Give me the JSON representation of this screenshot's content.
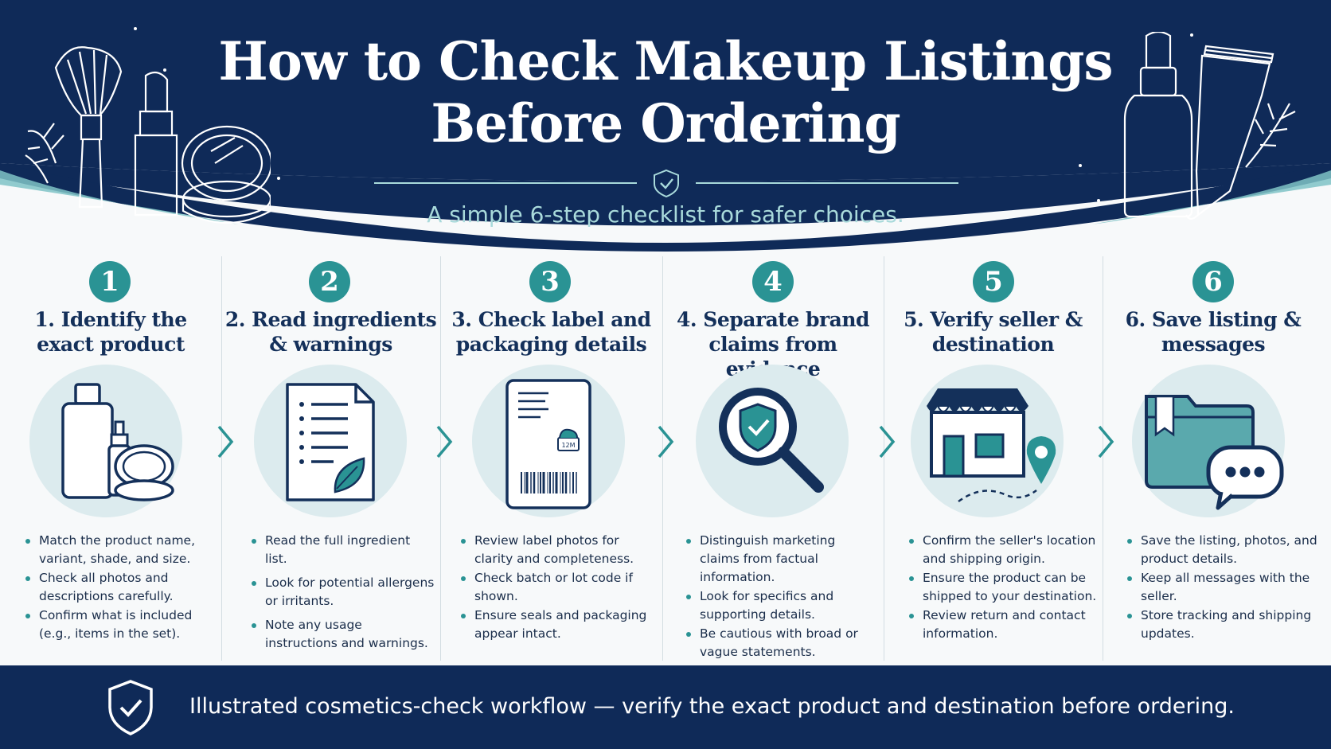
{
  "header": {
    "title_line1": "How to Check Makeup Listings",
    "title_line2": "Before Ordering",
    "subtitle": "A simple 6-step checklist for safer choices."
  },
  "steps": [
    {
      "number": "1",
      "title_line1": "1. Identify the",
      "title_line2": "exact product",
      "icon": "cosmetics-products-icon",
      "bullets": [
        "Match the product name, variant, shade, and size.",
        "Check all photos and descriptions carefully.",
        "Confirm what is included (e.g., items in the set)."
      ]
    },
    {
      "number": "2",
      "title_line1": "2. Read ingredients",
      "title_line2": "& warnings",
      "icon": "ingredient-list-document-icon",
      "bullets": [
        "Read the full ingredient list.",
        "Look for potential allergens or irritants.",
        "Note any usage instructions and warnings."
      ]
    },
    {
      "number": "3",
      "title_line1": "3. Check label and",
      "title_line2": "packaging details",
      "icon": "product-label-barcode-icon",
      "label_text": "12M",
      "bullets": [
        "Review label photos for clarity and completeness.",
        "Check batch or lot code if shown.",
        "Ensure seals and packaging appear intact."
      ]
    },
    {
      "number": "4",
      "title_line1": "4. Separate brand",
      "title_line2": "claims from evidence",
      "icon": "magnifier-shield-icon",
      "bullets": [
        "Distinguish marketing claims from factual information.",
        "Look for specifics and supporting details.",
        "Be cautious with broad or vague statements."
      ]
    },
    {
      "number": "5",
      "title_line1": "5. Verify seller &",
      "title_line2": "destination",
      "icon": "storefront-location-icon",
      "bullets": [
        "Confirm the seller's location and shipping origin.",
        "Ensure the product can be shipped to your destination.",
        "Review return and contact information."
      ]
    },
    {
      "number": "6",
      "title_line1": "6. Save listing &",
      "title_line2": "messages",
      "icon": "folder-message-icon",
      "bullets": [
        "Save the listing, photos, and product details.",
        "Keep all messages with the seller.",
        "Store tracking and shipping updates."
      ]
    }
  ],
  "footer": {
    "text": "Illustrated cosmetics-check workflow — verify the exact product and destination before ordering.",
    "icon": "shield-check-icon"
  },
  "colors": {
    "navy": "#0f2a58",
    "teal": "#2a9394",
    "light_teal": "#a9dadb",
    "icon_circle": "#dcebee",
    "text_dark": "#14305a"
  }
}
